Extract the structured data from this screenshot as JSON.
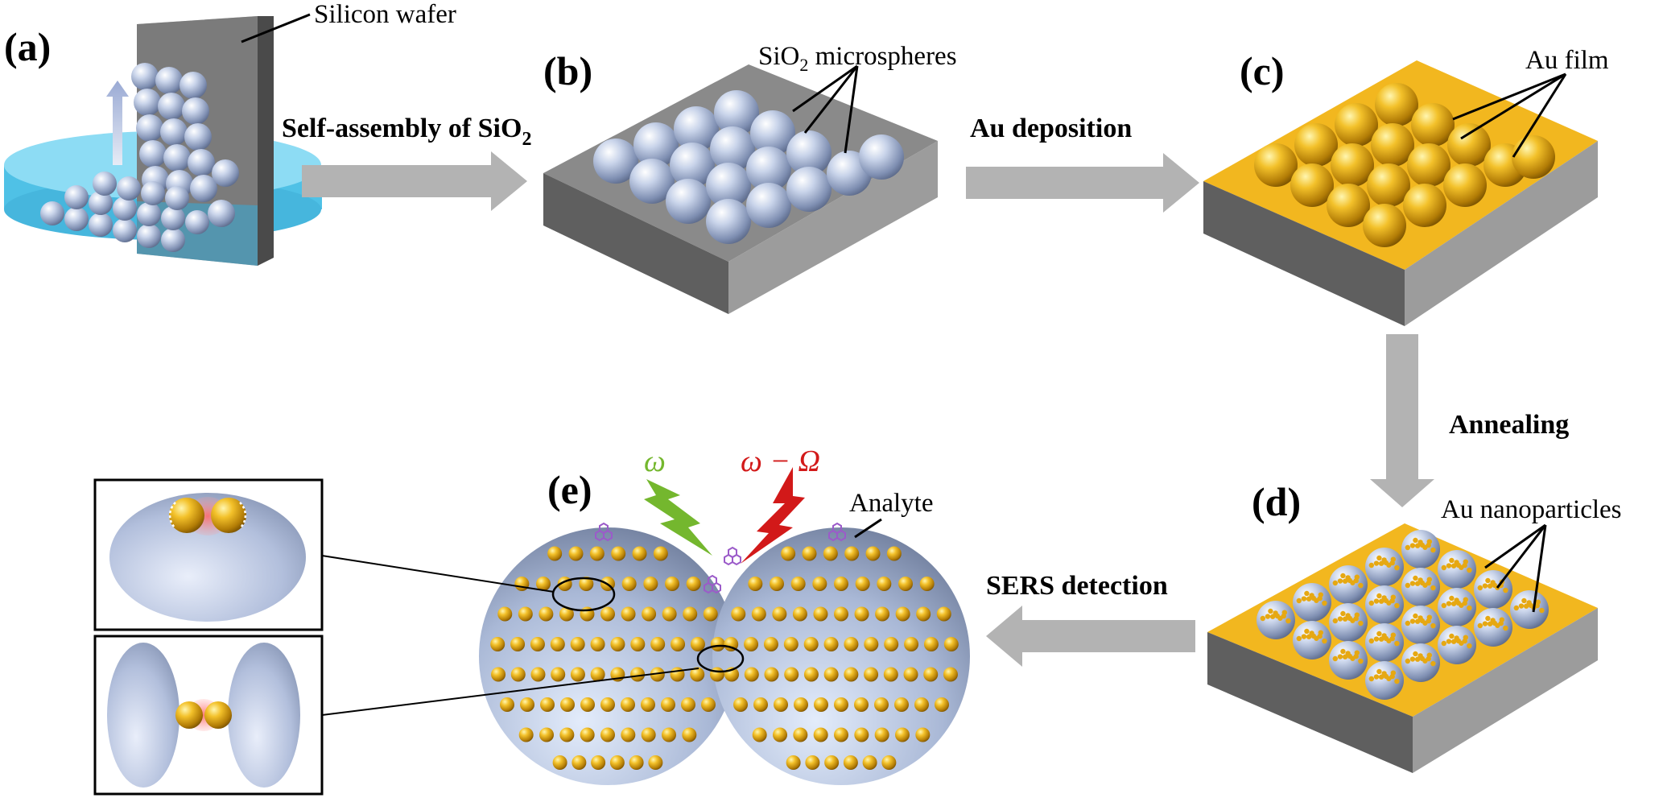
{
  "panels": {
    "a": "(a)",
    "b": "(b)",
    "c": "(c)",
    "d": "(d)",
    "e": "(e)"
  },
  "steps": {
    "self_assembly": "Self-assembly of SiO",
    "self_assembly_sub": "2",
    "au_deposition": "Au deposition",
    "annealing": "Annealing",
    "sers_detection": "SERS detection"
  },
  "callouts": {
    "silicon_wafer": "Silicon wafer",
    "sio2_micro_pre": "SiO",
    "sio2_micro_sub": "2",
    "sio2_micro_post": " microspheres",
    "au_film": "Au film",
    "au_nanoparticles": "Au nanoparticles",
    "analyte": "Analyte"
  },
  "symbols": {
    "omega": "ω",
    "omega_minus_Omega": "ω − Ω"
  },
  "colors": {
    "gold": "#f2b71f",
    "silver_sphere": "#a9b8d6",
    "substrate_gray": "#7a7a7a",
    "water_blue": "#6fd0ee",
    "arrow_gray": "#b3b3b3",
    "excitation_green": "#74b72e",
    "scattered_red": "#d21919",
    "analyte_purple": "#9b5bc9"
  }
}
